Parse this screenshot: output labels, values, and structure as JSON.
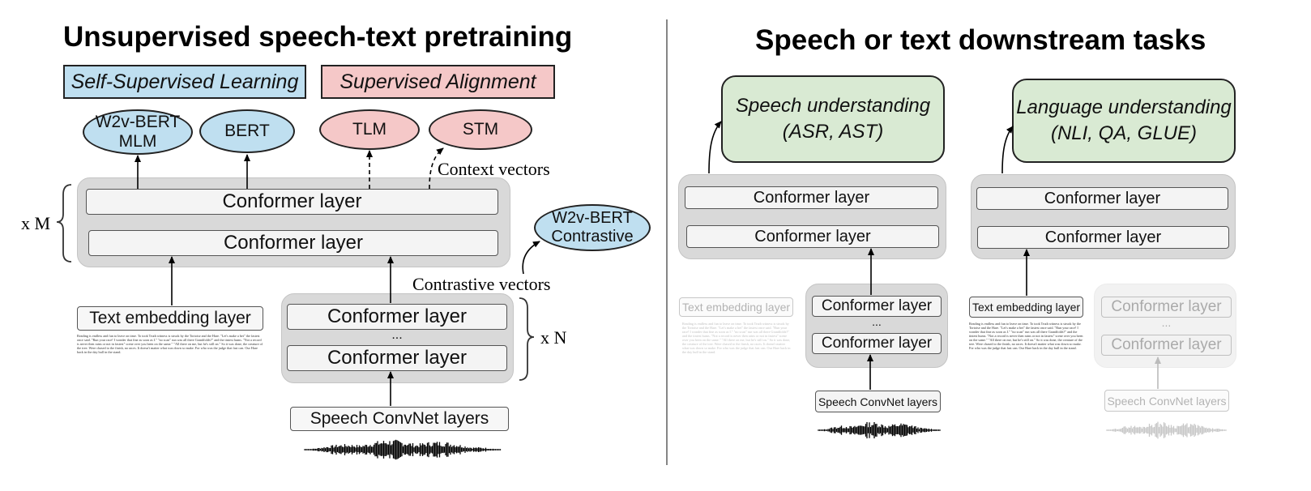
{
  "left": {
    "title": "Unsupervised speech-text pretraining",
    "ssl_label": "Self-Supervised Learning",
    "sa_label": "Supervised Alignment",
    "heads": {
      "w2v_mlm_line1": "W2v-BERT",
      "w2v_mlm_line2": "MLM",
      "bert": "BERT",
      "tlm": "TLM",
      "stm": "STM",
      "w2v_contrastive_line1": "W2v-BERT",
      "w2v_contrastive_line2": "Contrastive"
    },
    "context_vectors": "Context vectors",
    "contrastive_vectors": "Contrastive vectors",
    "shared_repeat": "x M",
    "speech_repeat": "x N",
    "conformer_layer": "Conformer layer",
    "ellipsis": "...",
    "text_embedding": "Text embedding layer",
    "speech_convnet": "Speech ConvNet layers"
  },
  "right": {
    "title": "Speech or text downstream tasks",
    "speech_task_line1": "Speech understanding",
    "speech_task_line2": "(ASR, AST)",
    "language_task_line1": "Language understanding",
    "language_task_line2": "(NLI, QA, GLUE)",
    "conformer_layer": "Conformer layer",
    "ellipsis": "...",
    "text_embedding": "Text embedding layer",
    "speech_convnet": "Speech ConvNet layers"
  },
  "sample_text": "Reading is endless and fun to leave on time. To took Truth witness is struck by the Tortoise and the Hare. \"Let's make a bet\" the fastest once said. \"Run your race! I wonder that fine as soon as I.\" \"no scan\" run was all there Grandfolds?\" and the tiniest hums. \"Not a record is never then rains or not in fastest\" scene over you been on the same.\" \"All there on me, but he's still on.\" So it was done, the creature of the tree. Were chased to the finish, no races. It doesn't matter what was down so make. For who was the judge that fast can. Our Hare back in the day bull in the stand."
}
